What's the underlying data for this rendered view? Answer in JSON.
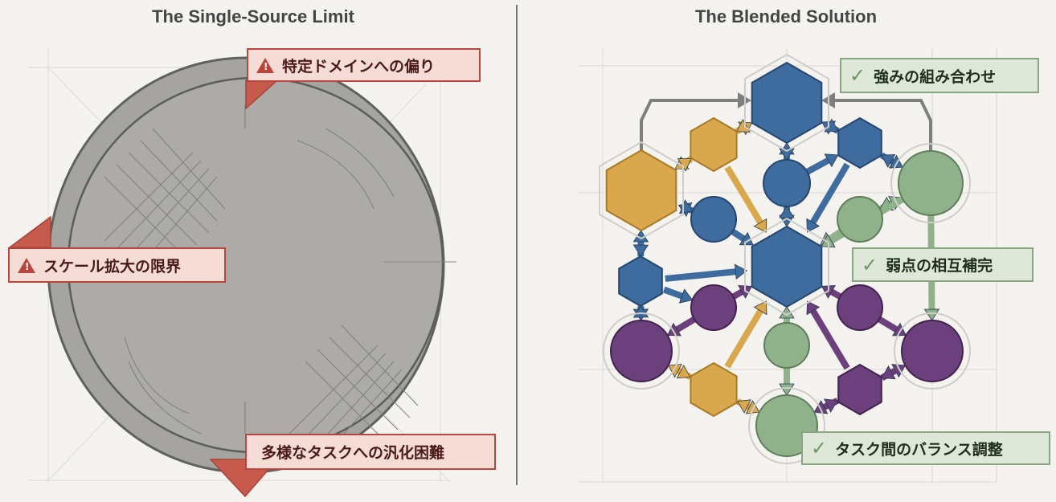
{
  "left_panel": {
    "title": "The Single-Source Limit",
    "warnings": [
      {
        "text": "特定ドメインへの偏り",
        "icon": "warning-icon"
      },
      {
        "text": "スケール拡大の限界",
        "icon": "warning-icon"
      },
      {
        "text": "多様なタスクへの汎化困難",
        "icon": ""
      }
    ]
  },
  "right_panel": {
    "title": "The Blended Solution",
    "benefits": [
      {
        "text": "強みの組み合わせ",
        "icon": "check-icon"
      },
      {
        "text": "弱点の相互補完",
        "icon": "check-icon"
      },
      {
        "text": "タスク間のバランス調整",
        "icon": "check-icon"
      }
    ]
  },
  "colors": {
    "blue": "#3f6c9f",
    "yellow": "#d9a84c",
    "green": "#8fb28b",
    "purple": "#6c3f7d",
    "warning": "#b8463d",
    "circle_gray": "#a9a8a4"
  }
}
